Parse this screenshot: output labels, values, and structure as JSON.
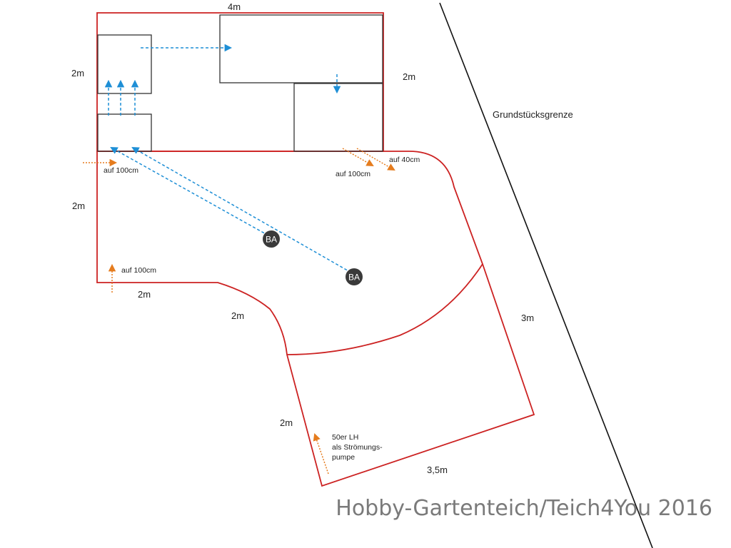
{
  "diagram": {
    "dimensions": {
      "top_width": "4m",
      "filter_left_height": "2m",
      "filter_right_height": "2m",
      "pond_left_side": "2m",
      "pond_bottom_left": "2m",
      "pond_diagonal_upper": "2m",
      "pond_diagonal_lower": "2m",
      "pond_right_side": "3m",
      "pond_bottom": "3,5m"
    },
    "property_line_label": "Grundstücksgrenze",
    "annotations": {
      "inlet_left": "auf 100cm",
      "inlet_bottom_left": "auf 100cm",
      "outlet_right_100": "auf 100cm",
      "outlet_right_40": "auf 40cm",
      "pump_line1": "50er LH",
      "pump_line2": "als Strömungs-",
      "pump_line3": "pumpe"
    },
    "bottom_drains": [
      "BA",
      "BA"
    ],
    "watermark": "Hobby-Gartenteich/Teich4You 2016",
    "colors": {
      "outline_red": "#cc2222",
      "box_black": "#333333",
      "flow_blue": "#1e8fd6",
      "inflow_orange": "#e57c1e",
      "drain_fill": "#3a3a3a"
    }
  }
}
